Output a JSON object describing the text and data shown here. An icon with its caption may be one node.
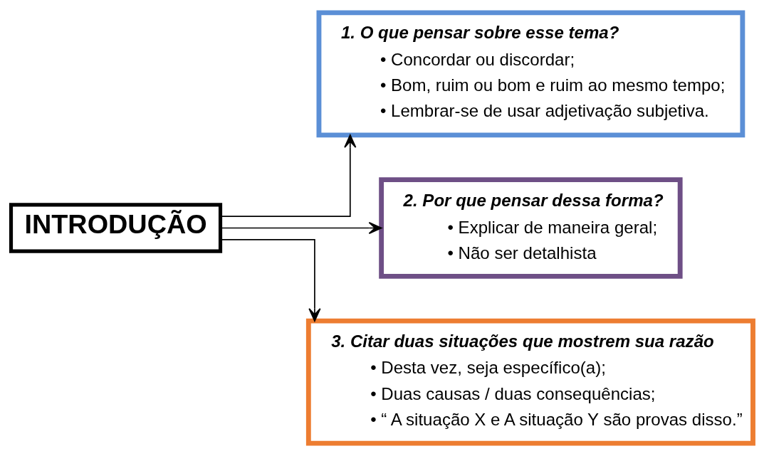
{
  "diagram": {
    "nodes": [
      {
        "text": [
          "INTRODUÇÃO"
        ]
      },
      {
        "text": [
          "1. O que pensar sobre esse tema?",
          "• Concordar ou discordar;",
          "• Bom, ruim ou bom e ruim ao mesmo tempo;",
          "• Lembrar-se de usar adjetivação subjetiva."
        ]
      },
      {
        "text": [
          "2. Por que pensar dessa forma?",
          "• Explicar de maneira geral;",
          "• Não ser detalhista"
        ]
      },
      {
        "text": [
          "3. Citar duas situações que mostrem sua razão",
          "• Desta vez, seja específico(a);",
          "• Duas causas / duas consequências;",
          "• “ A situação X e A situação Y são provas disso.”"
        ]
      }
    ],
    "edges": [
      {
        "from": 0,
        "to": 1,
        "arrow": "to"
      },
      {
        "from": 0,
        "to": 2,
        "arrow": "to"
      },
      {
        "from": 0,
        "to": 3,
        "arrow": "to"
      }
    ]
  }
}
